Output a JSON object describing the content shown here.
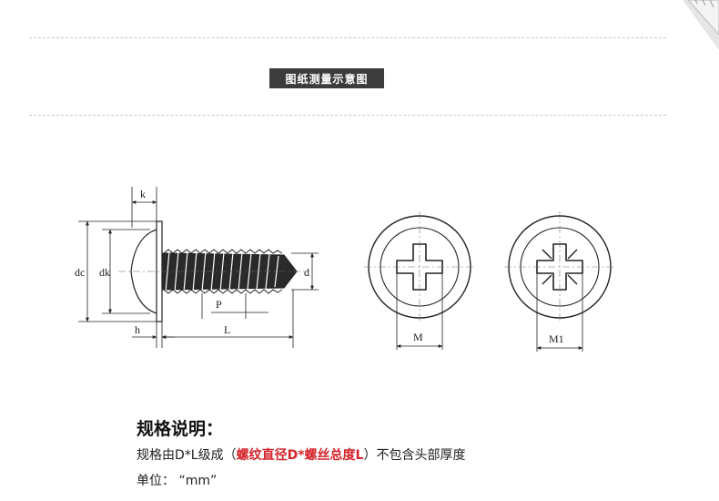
{
  "header": {
    "badge": "图纸测量示意图"
  },
  "diagram": {
    "labels": {
      "k": "k",
      "dc": "dc",
      "dk": "dk",
      "d": "d",
      "h": "h",
      "p": "P",
      "l": "L",
      "m": "M",
      "m1": "M1"
    }
  },
  "spec": {
    "heading": "规格说明：",
    "line1_prefix": "规格由D*L级成（",
    "line1_highlight": "螺纹直径D*螺丝总度L",
    "line1_suffix": "）不包含头部厚度",
    "line2": "单位：  “mm”"
  },
  "colors": {
    "badge_bg": "#3c3c3c",
    "highlight": "#d4232a"
  }
}
